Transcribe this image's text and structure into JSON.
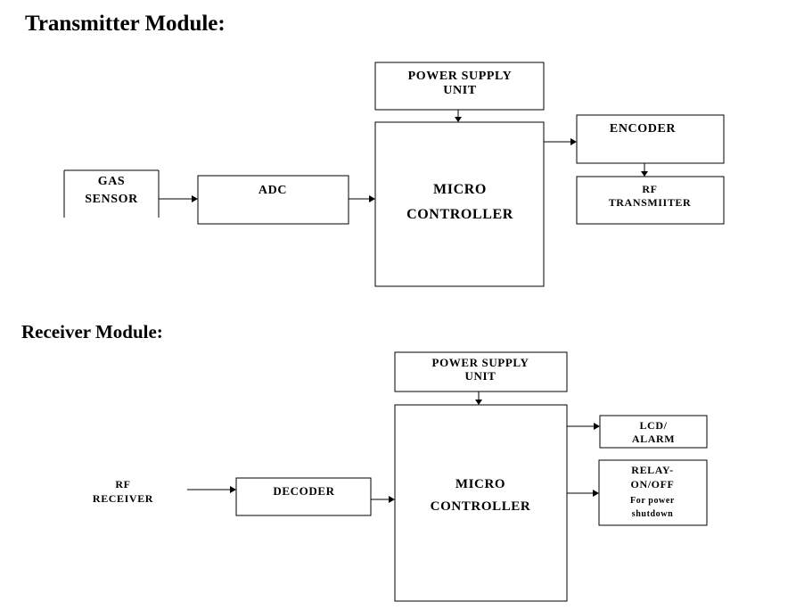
{
  "transmitter": {
    "heading": "Transmitter Module:",
    "power_supply": [
      "POWER SUPPLY",
      "UNIT"
    ],
    "gas_sensor": [
      "GAS",
      "SENSOR"
    ],
    "adc": "ADC",
    "micro": [
      "MICRO",
      "CONTROLLER"
    ],
    "encoder": "ENCODER",
    "rf_transmitter": [
      "RF",
      "TRANSMIITER"
    ]
  },
  "receiver": {
    "heading": "Receiver Module:",
    "power_supply": [
      "POWER SUPPLY",
      "UNIT"
    ],
    "rf_receiver": [
      "RF",
      "RECEIVER"
    ],
    "decoder": "DECODER",
    "micro": [
      "MICRO",
      "CONTROLLER"
    ],
    "lcd_alarm": [
      "LCD/",
      "ALARM"
    ],
    "relay": [
      "RELAY-",
      "ON/OFF",
      "For power",
      "shutdown"
    ]
  }
}
